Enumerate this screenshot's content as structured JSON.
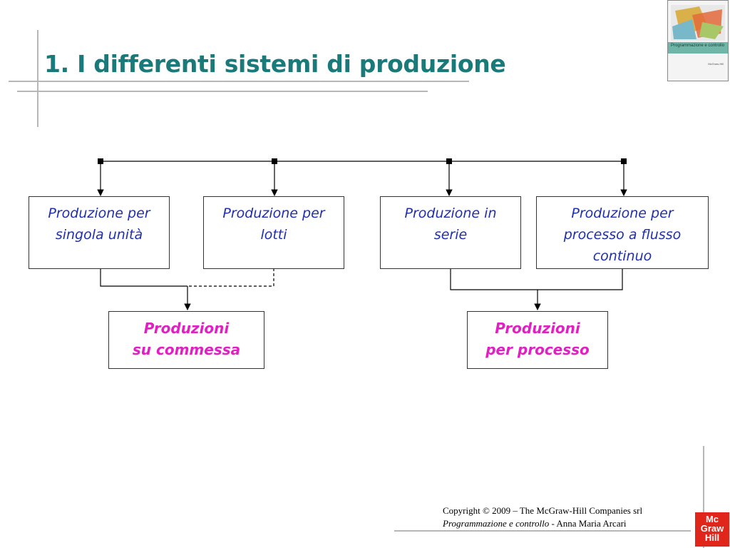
{
  "title": "1. I differenti sistemi di produzione",
  "cover": {
    "band_text": "Programmazione e controllo",
    "publisher": "McGraw-Hill"
  },
  "diagram": {
    "categories": [
      {
        "line1": "Produzione per",
        "line2": "singola unità",
        "line3": ""
      },
      {
        "line1": "Produzione per",
        "line2": "lotti",
        "line3": ""
      },
      {
        "line1": "Produzione in",
        "line2": "serie",
        "line3": ""
      },
      {
        "line1": "Produzione per",
        "line2": "processo a flusso",
        "line3": "continuo"
      }
    ],
    "groups": [
      {
        "line1": "Produzioni",
        "line2": "su commessa"
      },
      {
        "line1": "Produzioni",
        "line2": "per processo"
      }
    ]
  },
  "footer": {
    "copyright": "Copyright © 2009 – The McGraw-Hill Companies srl",
    "book_title": "Programmazione e controllo",
    "author": " - Anna Maria Arcari"
  },
  "logo": {
    "line1": "Mc",
    "line2": "Graw",
    "line3": "Hill"
  },
  "colors": {
    "title": "#1a7a7a",
    "category_text": "#1f2fb0",
    "group_text": "#e020c0",
    "logo_bg": "#e0251b"
  }
}
